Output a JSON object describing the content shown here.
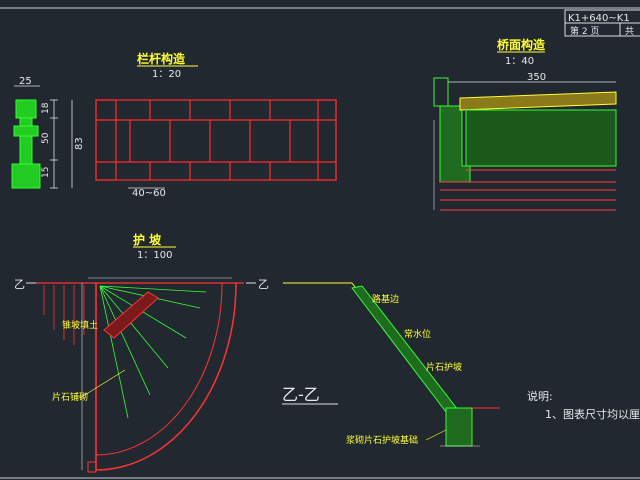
{
  "title_block": {
    "code": "K1+640~K1",
    "sheet_label": "第 2 页",
    "total_label": "共"
  },
  "railing": {
    "title": "栏杆构造",
    "scale": "1：20",
    "dim_width": "25",
    "dim_a": "18",
    "dim_b": "50",
    "dim_c": "15",
    "dim_total": "83",
    "dim_bottom": "40~60"
  },
  "bridge_deck": {
    "title": "桥面构造",
    "scale": "1：40",
    "dim_width": "350"
  },
  "slope_plan": {
    "title": "护 坡",
    "scale": "1：100",
    "section_mark_left": "乙",
    "section_mark_right": "乙",
    "label_a": "锥坡填土",
    "label_b": "片石铺砌"
  },
  "section": {
    "title": "乙-乙",
    "label_a": "路基边",
    "label_b": "常水位",
    "label_c": "片石护坡",
    "label_d": "浆砌片石护坡基础"
  },
  "notes": {
    "heading": "说明:",
    "item1": "1、图表尺寸均以厘"
  }
}
